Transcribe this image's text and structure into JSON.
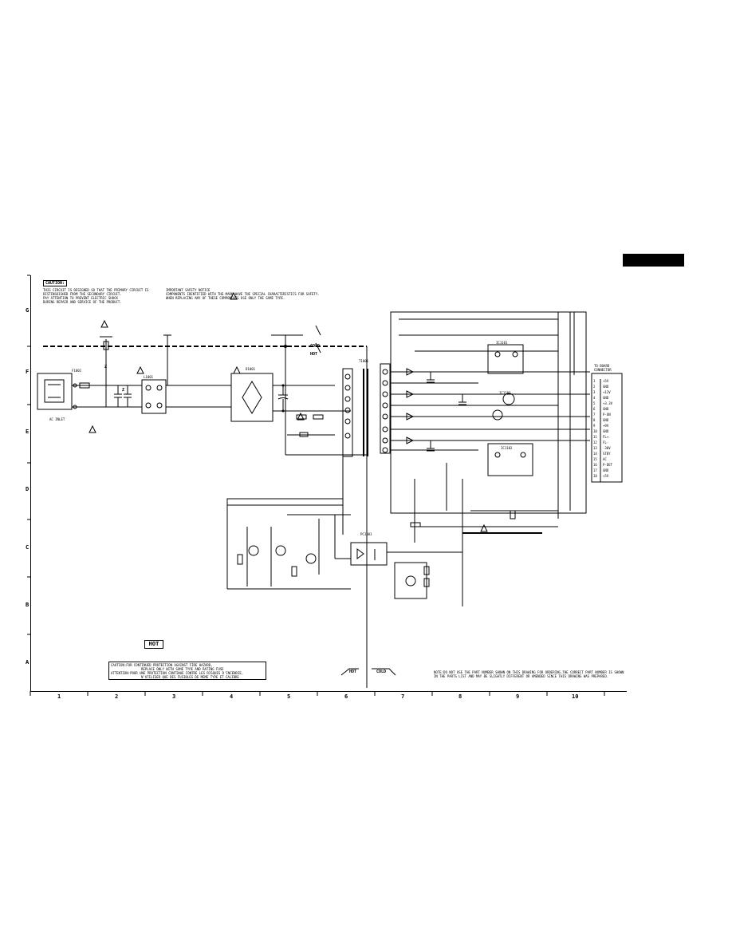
{
  "frame": {
    "row_labels": [
      "G",
      "F",
      "E",
      "D",
      "C",
      "B",
      "A"
    ],
    "col_labels": [
      "1",
      "2",
      "3",
      "4",
      "5",
      "6",
      "7",
      "8",
      "9",
      "10"
    ]
  },
  "notes": {
    "caution_label": "CAUTION:",
    "caution_text": "THIS CIRCUIT IS DESIGNED SO THAT THE PRIMARY CIRCUIT IS\nDISTINGUISHED FROM THE SECONDARY CIRCUIT.\nPAY ATTENTION TO PREVENT ELECTRIC SHOCK\nDURING REPAIR AND SERVICE OF THE PRODUCT.",
    "important_text": "IMPORTANT SAFETY NOTICE\nCOMPONENTS IDENTIFIED WITH THE MARK HAVE THE SPECIAL CHARACTERISTICS FOR SAFETY.\nWHEN REPLACING ANY OF THESE COMPONENTS USE ONLY THE SAME TYPE.",
    "hot_label": "HOT",
    "caution_box_line1": "CAUTION:FOR CONTINUED PROTECTION AGAINST FIRE HAZARD,",
    "caution_box_line2": "REPLACE ONLY WITH SAME TYPE AND RATING FUSE",
    "attention_line1": "ATTENTION:POUR UNE PROTECTION CONTINUE CONTRE LES RISQUES D'INCENDIE,",
    "attention_line2": "N'UTILISER QUE DES FUSIBLES DE MEME TYPE ET CALIBRE",
    "bottom_note": "NOTE:DO NOT USE THE PART NUMBER SHOWN ON THIS DRAWING FOR ORDERING.THE CORRECT PART NUMBER IS SHOWN\nIN THE PARTS LIST AND MAY BE SLIGHTLY DIFFERENT OR AMENDED SINCE THIS DRAWING WAS PREPARED.",
    "hot_arrow": "HOT",
    "cold_arrow": "COLD",
    "hot_top": "HOT",
    "cold_top": "COLD"
  },
  "connector": {
    "title": "TO BOARD\nCONNECTOR",
    "pins": [
      {
        "num": "1",
        "name": "+5V"
      },
      {
        "num": "2",
        "name": "GND"
      },
      {
        "num": "3",
        "name": "+12V"
      },
      {
        "num": "4",
        "name": "GND"
      },
      {
        "num": "5",
        "name": "+3.3V"
      },
      {
        "num": "6",
        "name": "GND"
      },
      {
        "num": "7",
        "name": "P-ON"
      },
      {
        "num": "8",
        "name": "GND"
      },
      {
        "num": "9",
        "name": "+9V"
      },
      {
        "num": "10",
        "name": "GND"
      },
      {
        "num": "11",
        "name": "FL+"
      },
      {
        "num": "12",
        "name": "FL-"
      },
      {
        "num": "13",
        "name": "-30V"
      },
      {
        "num": "14",
        "name": "STBY"
      },
      {
        "num": "15",
        "name": "AC"
      },
      {
        "num": "16",
        "name": "P-DET"
      },
      {
        "num": "17",
        "name": "GND"
      },
      {
        "num": "18",
        "name": "+5V"
      }
    ]
  },
  "parts": {
    "ic1": "IC1101",
    "ic2": "IC1102",
    "ic3": "IC1103",
    "ac_inlet": "AC INLET",
    "fuse": "F1001",
    "line_filter": "L1001",
    "bridge": "D1001",
    "transformer": "T1001",
    "photo": "PC1001",
    "zener": "Z"
  }
}
